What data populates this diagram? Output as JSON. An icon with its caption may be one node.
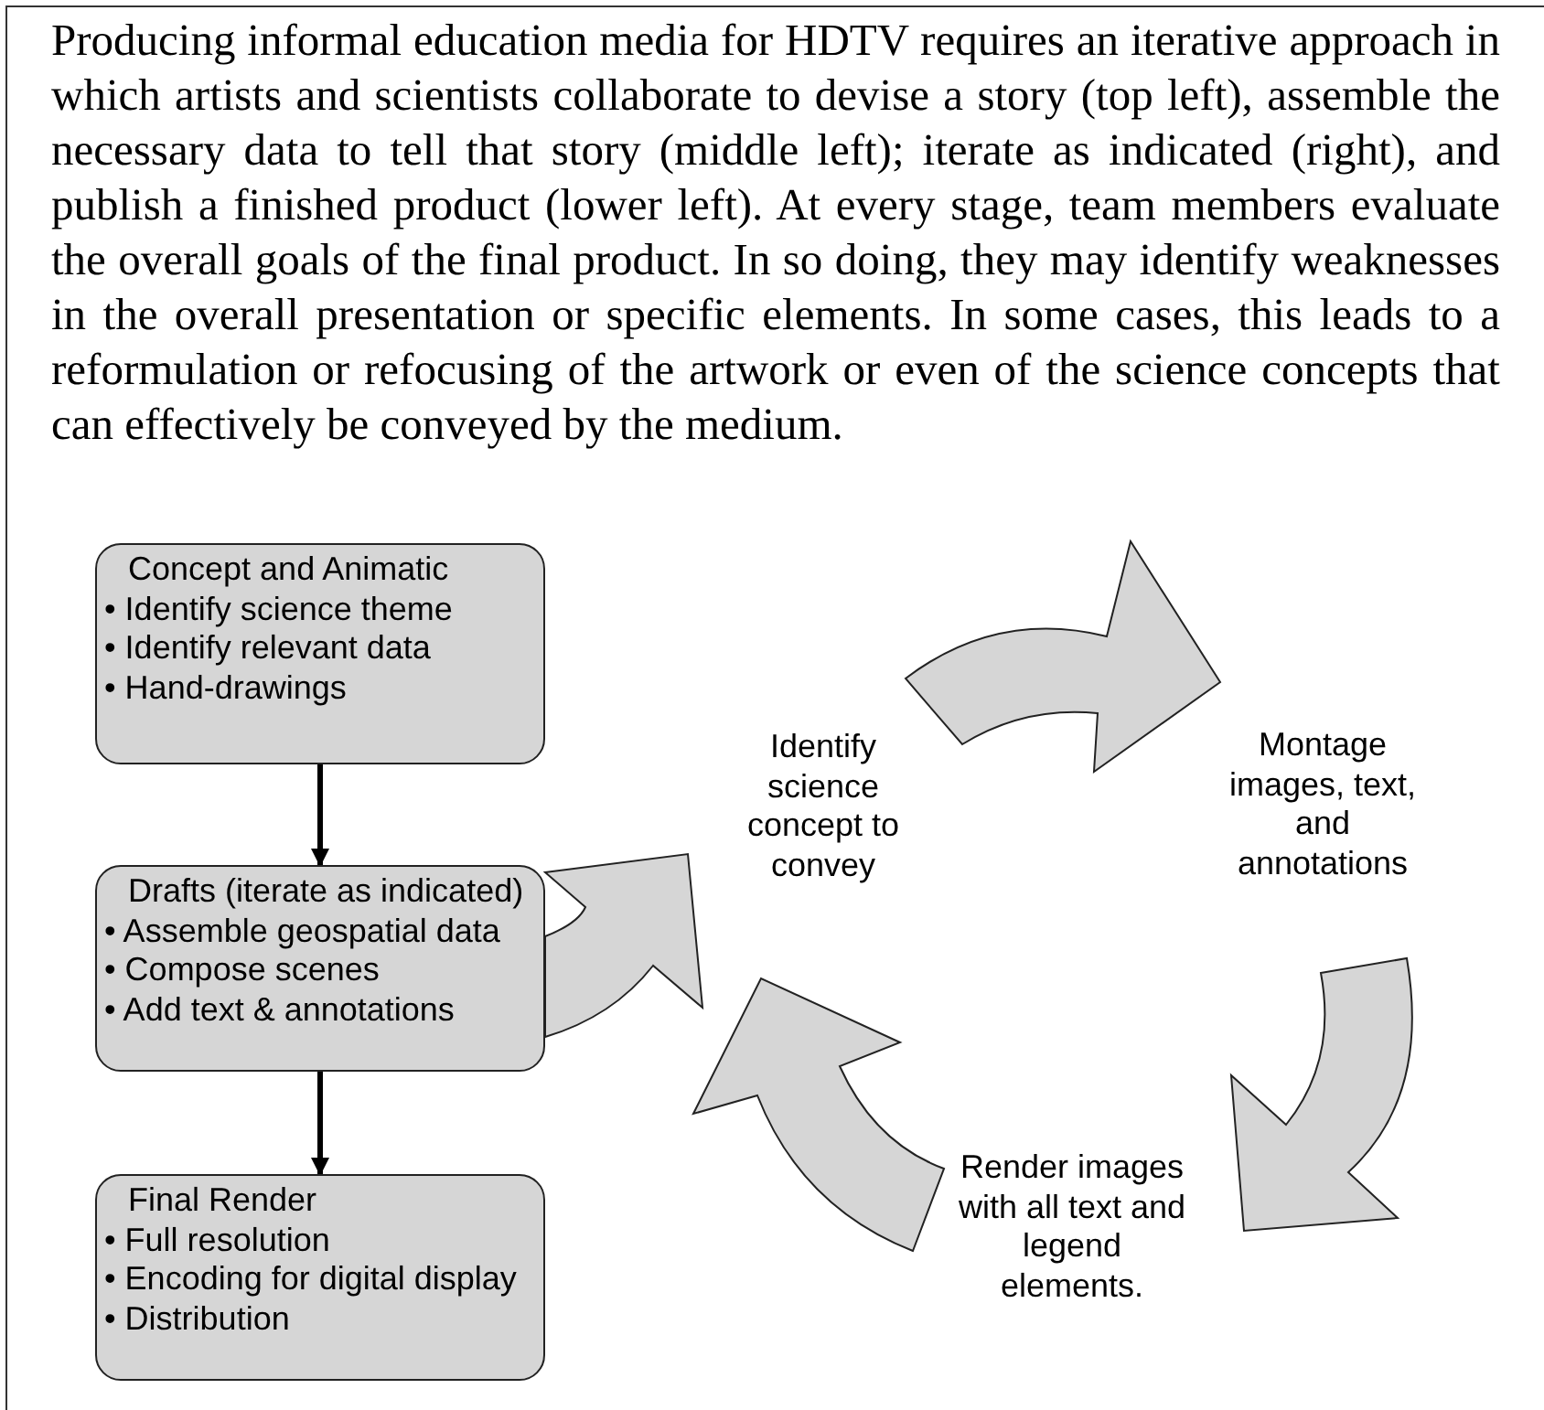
{
  "diagram": {
    "caption": "Producing informal education media for HDTV requires an iterative approach in which artists and scientists collaborate to devise a story (top left), assemble the necessary data to tell that story (middle left); iterate as indicated (right), and publish a finished product (lower left). At every stage, team members evaluate the overall goals of the final product. In so doing, they may identify weaknesses in the overall presentation or specific elements. In some cases, this leads to a reformulation or refocusing of the artwork or even of the science concepts that can effectively be conveyed by the medium.",
    "nodes": [
      {
        "text": [
          "Concept and Animatic",
          "• Identify science theme",
          "• Identify relevant data",
          "• Hand-drawings"
        ]
      },
      {
        "text": [
          "Drafts (iterate as indicated)",
          "• Assemble geospatial data",
          "• Compose scenes",
          "• Add text & annotations"
        ]
      },
      {
        "text": [
          "Final Render",
          "• Full resolution",
          "• Encoding for digital display",
          "• Distribution"
        ]
      },
      {
        "text": [
          "Identify science concept to convey"
        ]
      },
      {
        "text": [
          "Montage images, text, and annotations"
        ]
      },
      {
        "text": [
          "Render images with all text and legend elements."
        ]
      }
    ],
    "edges": [
      {
        "from": 0,
        "to": 1,
        "arrow": "to"
      },
      {
        "from": 1,
        "to": 2,
        "arrow": "to"
      },
      {
        "from": 1,
        "to": 3,
        "arrow": "to",
        "style": "thick"
      },
      {
        "from": 3,
        "to": 4,
        "arrow": "to",
        "style": "thick"
      },
      {
        "from": 4,
        "to": 5,
        "arrow": "to",
        "style": "thick"
      },
      {
        "from": 5,
        "to": 3,
        "arrow": "to",
        "style": "thick"
      }
    ]
  }
}
